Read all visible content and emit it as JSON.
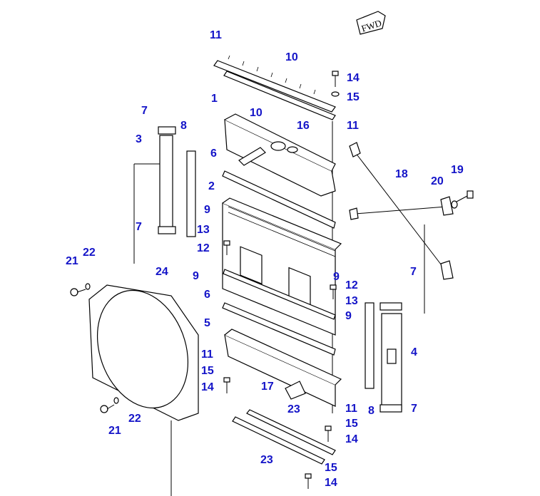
{
  "fwd_label": "FWD",
  "callout_color": "#1414c8",
  "callouts": [
    {
      "id": "c11a",
      "text": "11"
    },
    {
      "id": "c10a",
      "text": "10"
    },
    {
      "id": "c14a",
      "text": "14"
    },
    {
      "id": "c15a",
      "text": "15"
    },
    {
      "id": "c10b",
      "text": "10"
    },
    {
      "id": "c11b",
      "text": "11"
    },
    {
      "id": "c1",
      "text": "1"
    },
    {
      "id": "c16",
      "text": "16"
    },
    {
      "id": "c7a",
      "text": "7"
    },
    {
      "id": "c8a",
      "text": "8"
    },
    {
      "id": "c3",
      "text": "3"
    },
    {
      "id": "c6a",
      "text": "6"
    },
    {
      "id": "c18",
      "text": "18"
    },
    {
      "id": "c19",
      "text": "19"
    },
    {
      "id": "c20",
      "text": "20"
    },
    {
      "id": "c2",
      "text": "2"
    },
    {
      "id": "c9a",
      "text": "9"
    },
    {
      "id": "c7b",
      "text": "7"
    },
    {
      "id": "c13a",
      "text": "13"
    },
    {
      "id": "c12a",
      "text": "12"
    },
    {
      "id": "c21a",
      "text": "21"
    },
    {
      "id": "c22a",
      "text": "22"
    },
    {
      "id": "c24",
      "text": "24"
    },
    {
      "id": "c9b",
      "text": "9"
    },
    {
      "id": "c9c",
      "text": "9"
    },
    {
      "id": "c12b",
      "text": "12"
    },
    {
      "id": "c7c",
      "text": "7"
    },
    {
      "id": "c6b",
      "text": "6"
    },
    {
      "id": "c13b",
      "text": "13"
    },
    {
      "id": "c9d",
      "text": "9"
    },
    {
      "id": "c5",
      "text": "5"
    },
    {
      "id": "c4",
      "text": "4"
    },
    {
      "id": "c11c",
      "text": "11"
    },
    {
      "id": "c15b",
      "text": "15"
    },
    {
      "id": "c14b",
      "text": "14"
    },
    {
      "id": "c17",
      "text": "17"
    },
    {
      "id": "c23a",
      "text": "23"
    },
    {
      "id": "c11d",
      "text": "11"
    },
    {
      "id": "c8b",
      "text": "8"
    },
    {
      "id": "c7d",
      "text": "7"
    },
    {
      "id": "c21b",
      "text": "21"
    },
    {
      "id": "c22b",
      "text": "22"
    },
    {
      "id": "c15c",
      "text": "15"
    },
    {
      "id": "c14c",
      "text": "14"
    },
    {
      "id": "c23b",
      "text": "23"
    },
    {
      "id": "c15d",
      "text": "15"
    },
    {
      "id": "c14d",
      "text": "14"
    }
  ]
}
